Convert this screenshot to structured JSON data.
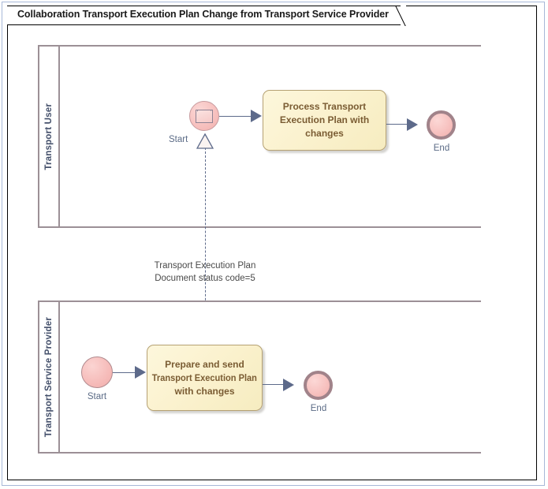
{
  "diagram": {
    "title": "Collaboration Transport Execution Plan Change from Transport Service Provider",
    "type": "bpmn-collaboration",
    "colors": {
      "outer_frame": "#a8b8d8",
      "frame": "#000000",
      "pool_border": "#9c9096",
      "pool_label": "#44506b",
      "task_fill": "#fbf2cf",
      "task_border": "#b5a173",
      "task_text": "#7a5c33",
      "event_fill": "#f6bcba",
      "event_end_border": "#a1838a",
      "flow": "#5d6a8a",
      "caption": "#5b6b86"
    }
  },
  "pools": [
    {
      "id": "pool-transport-user",
      "label": "Transport User",
      "elements": {
        "start_event": {
          "name": "start-event-message",
          "caption": "Start",
          "event_type": "message-start",
          "icon": "envelope-icon"
        },
        "task": {
          "name": "task-process-transport-execution-plan",
          "lines": [
            "Process Transport",
            "Execution Plan with",
            "changes"
          ]
        },
        "end_event": {
          "name": "end-event",
          "caption": "End",
          "event_type": "end"
        }
      }
    },
    {
      "id": "pool-transport-service-provider",
      "label": "Transport Service Provider",
      "elements": {
        "start_event": {
          "name": "start-event-plain",
          "caption": "Start",
          "event_type": "start"
        },
        "task": {
          "name": "task-prepare-and-send-transport-execution-plan",
          "lines": [
            "Prepare and send",
            "Transport Execution Plan",
            "with changes"
          ]
        },
        "end_event": {
          "name": "end-event",
          "caption": "End",
          "event_type": "end"
        }
      }
    }
  ],
  "message_flow": {
    "name": "message-flow-transport-execution-plan",
    "label_lines": [
      "Transport Execution Plan",
      "Document status code=5"
    ],
    "from": "pool-transport-service-provider",
    "to": "pool-transport-user",
    "style": "dashed"
  }
}
